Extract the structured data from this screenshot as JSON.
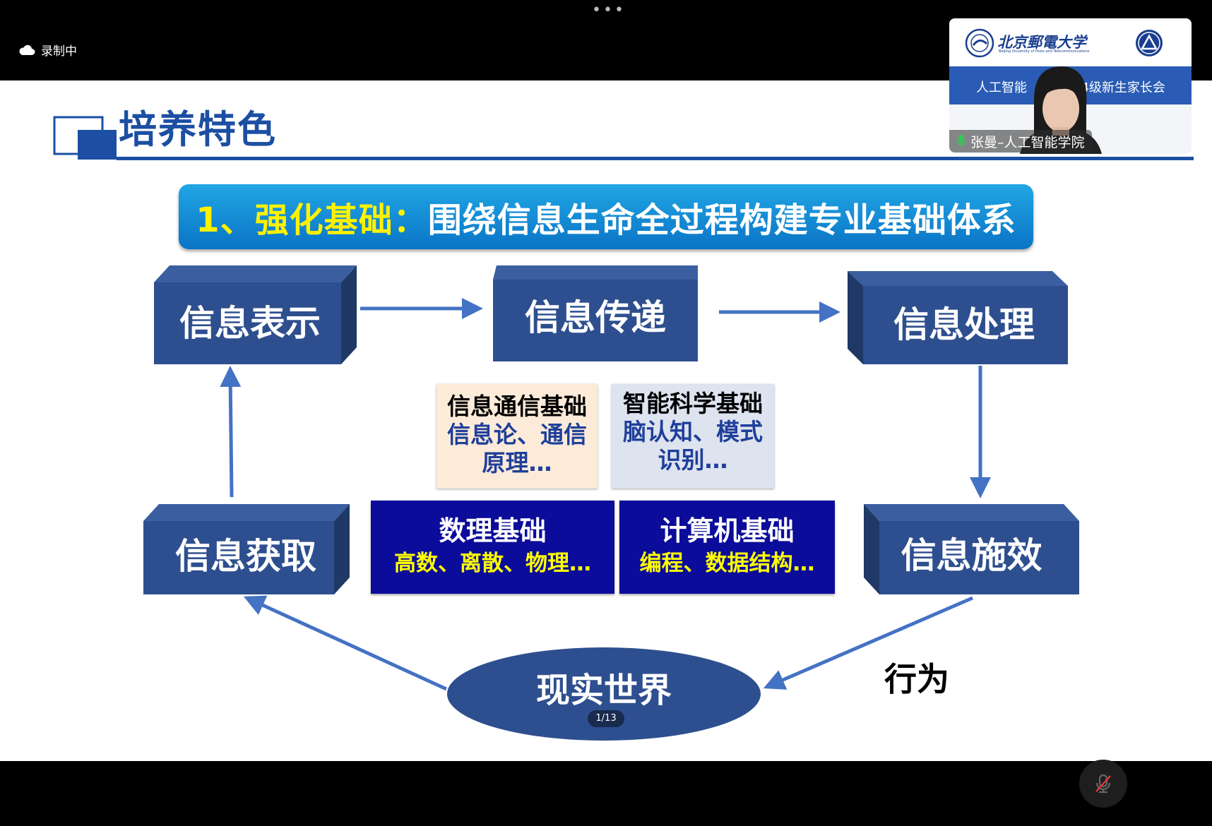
{
  "recording": {
    "label": "录制中",
    "icon": "cloud-icon"
  },
  "top_menu": {
    "dots": "•••"
  },
  "slide": {
    "title": "培养特色",
    "banner": {
      "prefix": "1、强化基础：",
      "main": "围绕信息生命全过程构建专业基础体系"
    },
    "nodes": {
      "representation": "信息表示",
      "transmission": "信息传递",
      "processing": "信息处理",
      "acquisition": "信息获取",
      "effect": "信息施效",
      "world": "现实世界"
    },
    "courses": {
      "comm": {
        "title": "信息通信基础",
        "line1": "信息论、通信",
        "line2": "原理…"
      },
      "ai": {
        "title": "智能科学基础",
        "line1": "脑认知、模式",
        "line2": "识别…"
      },
      "math": {
        "title": "数理基础",
        "sub": "高数、离散、物理…"
      },
      "cs": {
        "title": "计算机基础",
        "sub": "编程、数据结构…"
      }
    },
    "behavior": "行为",
    "page_indicator": "1/13"
  },
  "participant": {
    "name": "张曼–人工智能学院",
    "university_name": "北京郵電大学",
    "university_en": "Beijing University of Posts and Telecommunications",
    "meeting_left": "人工智能",
    "meeting_right": "24级新生家长会",
    "mic_icon": "mic-active-icon"
  },
  "controls": {
    "mic_icon": "mic-muted-icon"
  },
  "colors": {
    "node_fill": "#2e4f8f",
    "node_top": "#3a5ea0",
    "node_side": "#1f3866",
    "arrow": "#4472c4",
    "banner_yellow": "#fff200",
    "title_blue": "#1c4fa3",
    "dark_box": "#0b0c9a"
  }
}
